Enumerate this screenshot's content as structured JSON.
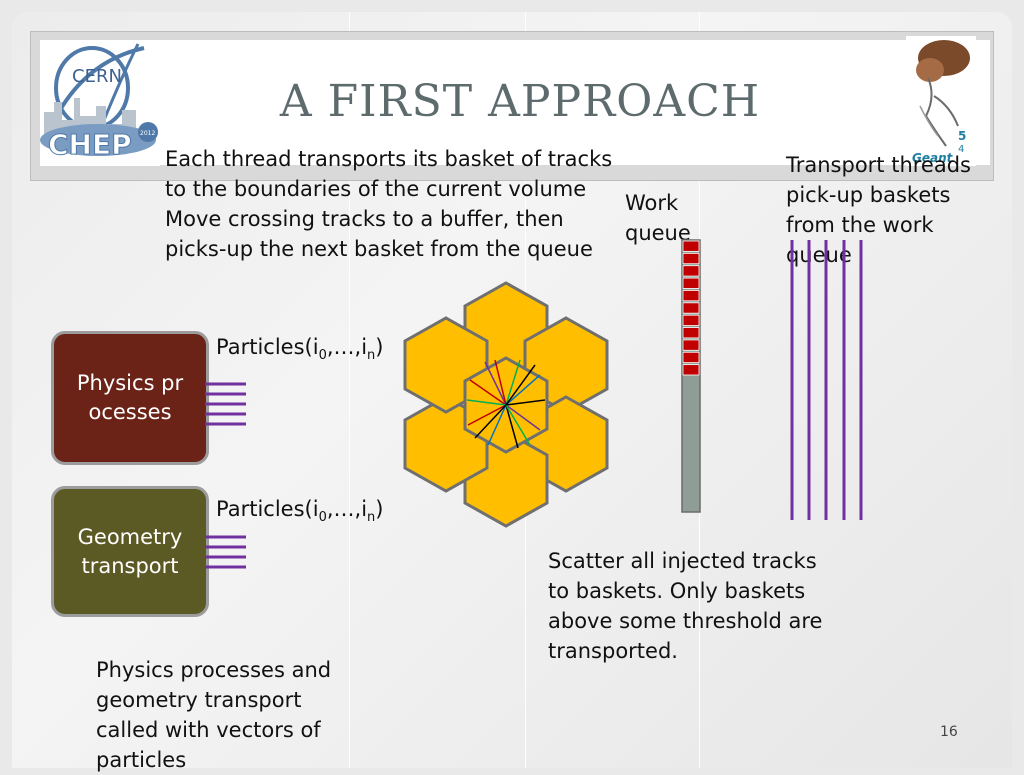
{
  "slide": {
    "title": "A FIRST APPROACH",
    "page_number": "16"
  },
  "texts": {
    "thread_transport": "Each thread transports its basket of tracks\nto the boundaries of the current volume\nMove crossing tracks to a buffer, then\npicks-up the next basket from the queue",
    "work_queue": "Work\nqueue",
    "transport_threads": "Transport threads\npick-up baskets\nfrom the work\nqueue",
    "scatter": "Scatter all injected tracks\nto baskets. Only baskets\nabove some threshold are\ntransported.",
    "physics_geometry": "Physics processes and\ngeometry transport\ncalled with vectors of\nparticles"
  },
  "boxes": {
    "physics": "Physics processes",
    "geometry": "Geometry transport"
  },
  "particles": {
    "prefix": "Particles(i",
    "sub0": "0",
    "middle": ",…,i",
    "subn": "n",
    "suffix": ")"
  },
  "logos": {
    "cern": "CERN",
    "chep": "CHEP",
    "chep_year": "2012",
    "geant": "Geant"
  },
  "colors": {
    "title": "#5d6b6d",
    "physics_box": "#6b2317",
    "geometry_box": "#5c5a24",
    "hexagon": "#ffbf00",
    "queue_filled": "#c00000",
    "queue_empty": "#8e9e97",
    "threads": "#7030a0"
  },
  "queue": {
    "filled_slots": 11,
    "total_slots": 22
  }
}
